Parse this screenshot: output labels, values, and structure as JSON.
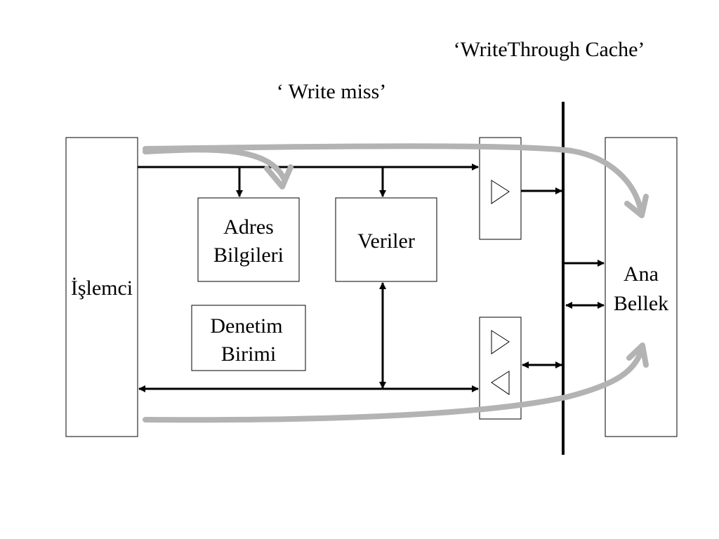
{
  "header": {
    "title": "‘WriteThrough Cache’",
    "subtitle": "‘ Write miss’"
  },
  "blocks": {
    "processor": "İşlemci",
    "address_line1": "Adres",
    "address_line2": "Bilgileri",
    "data": "Veriler",
    "control_line1": "Denetim",
    "control_line2": "Birimi",
    "memory_line1": "Ana",
    "memory_line2": "Bellek"
  },
  "colors": {
    "flow_arrow": "#b3b3b3",
    "line": "#000000",
    "background": "#ffffff"
  }
}
